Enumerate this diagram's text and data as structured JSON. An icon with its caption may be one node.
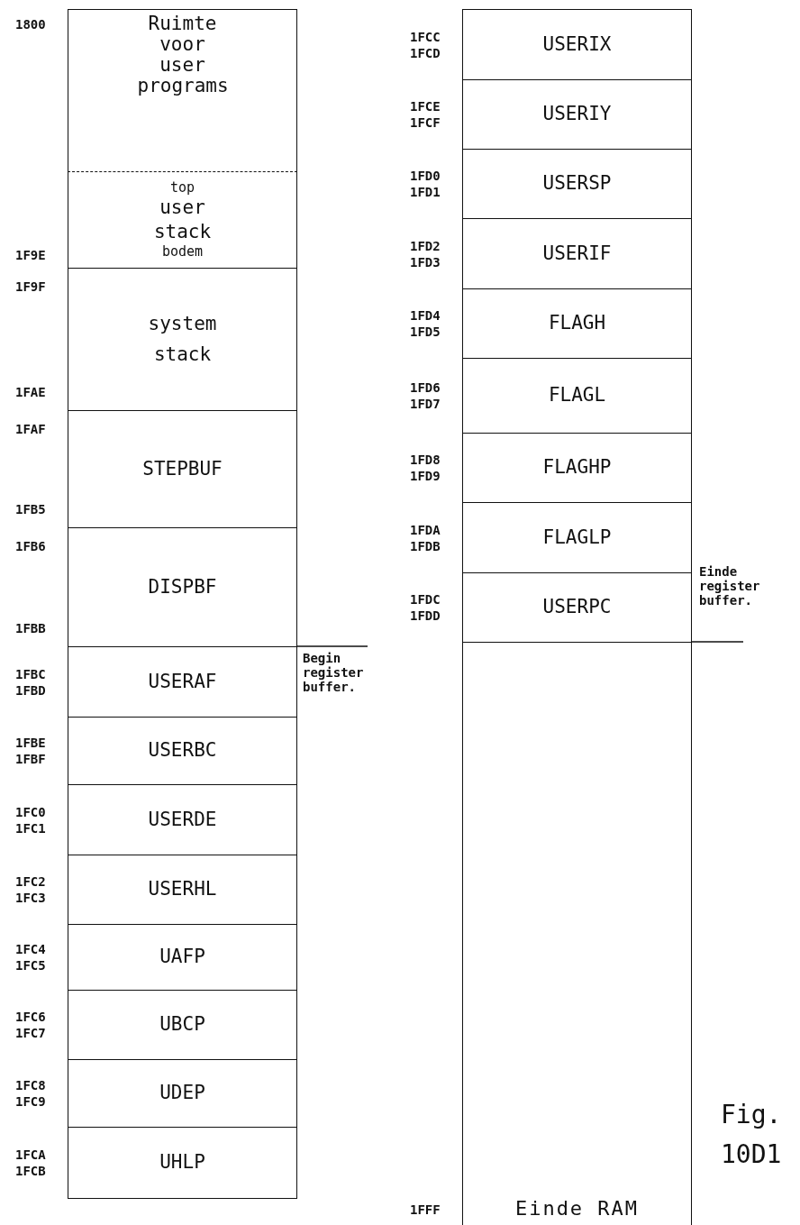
{
  "diagram": {
    "caption": "Fig. 10D1",
    "nodes": [
      {
        "text": [
          "Ruimte voor user programs"
        ],
        "beside": [
          "1800"
        ]
      },
      {
        "text": [
          "top",
          "user stack",
          "bodem"
        ],
        "beside": [
          "1F9E"
        ]
      },
      {
        "text": [
          "system stack"
        ],
        "beside": [
          "1F9F",
          "1FAE"
        ]
      },
      {
        "text": [
          "STEPBUF"
        ],
        "beside": [
          "1FAF",
          "1FB5"
        ]
      },
      {
        "text": [
          "DISPBF"
        ],
        "beside": [
          "1FB6",
          "1FBB"
        ]
      },
      {
        "text": [
          "USERAF"
        ],
        "beside": [
          "1FBC",
          "1FBD"
        ]
      },
      {
        "text": [
          "USERBC"
        ],
        "beside": [
          "1FBE",
          "1FBF"
        ]
      },
      {
        "text": [
          "USERDE"
        ],
        "beside": [
          "1FC0",
          "1FC1"
        ]
      },
      {
        "text": [
          "USERHL"
        ],
        "beside": [
          "1FC2",
          "1FC3"
        ]
      },
      {
        "text": [
          "UAFP"
        ],
        "beside": [
          "1FC4",
          "1FC5"
        ]
      },
      {
        "text": [
          "UBCP"
        ],
        "beside": [
          "1FC6",
          "1FC7"
        ]
      },
      {
        "text": [
          "UDEP"
        ],
        "beside": [
          "1FC8",
          "1FC9"
        ]
      },
      {
        "text": [
          "UHLP"
        ],
        "beside": [
          "1FCA",
          "1FCB"
        ]
      },
      {
        "text": [
          "USERIX"
        ],
        "beside": [
          "1FCC",
          "1FCD"
        ]
      },
      {
        "text": [
          "USERIY"
        ],
        "beside": [
          "1FCE",
          "1FCF"
        ]
      },
      {
        "text": [
          "USERSP"
        ],
        "beside": [
          "1FD0",
          "1FD1"
        ]
      },
      {
        "text": [
          "USERIF"
        ],
        "beside": [
          "1FD2",
          "1FD3"
        ]
      },
      {
        "text": [
          "FLAGH"
        ],
        "beside": [
          "1FD4",
          "1FD5"
        ]
      },
      {
        "text": [
          "FLAGL"
        ],
        "beside": [
          "1FD6",
          "1FD7"
        ]
      },
      {
        "text": [
          "FLAGHP"
        ],
        "beside": [
          "1FD8",
          "1FD9"
        ]
      },
      {
        "text": [
          "FLAGLP"
        ],
        "beside": [
          "1FDA",
          "1FDB"
        ]
      },
      {
        "text": [
          "USERPC"
        ],
        "beside": [
          "1FDC",
          "1FDD"
        ]
      },
      {
        "text": [
          "Einde RAM"
        ],
        "beside": [
          "1FFF"
        ]
      }
    ],
    "labels": [
      "Begin register buffer.",
      "Einde register buffer."
    ]
  }
}
